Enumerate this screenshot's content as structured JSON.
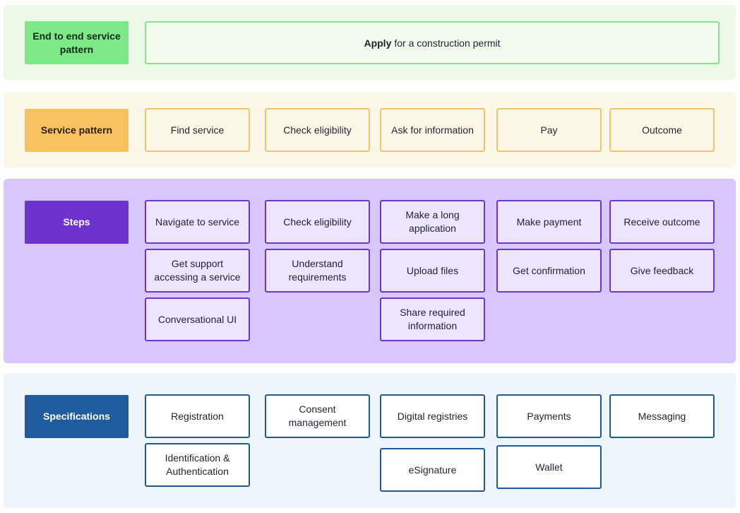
{
  "e2e": {
    "label": "End to end service pattern",
    "title_bold": "Apply",
    "title_rest": "for a construction permit"
  },
  "service_pattern": {
    "label": "Service pattern",
    "items": [
      "Find service",
      "Check eligibility",
      "Ask for information",
      "Pay",
      "Outcome"
    ]
  },
  "steps": {
    "label": "Steps",
    "items": [
      "Navigate to service",
      "Get support accessing a service",
      "Conversational UI",
      "Check eligibility",
      "Understand requirements",
      "Make a long application",
      "Upload files",
      "Share required information",
      "Make payment",
      "Get confirmation",
      "Receive outcome",
      "Give feedback"
    ]
  },
  "specifications": {
    "label": "Specifications",
    "items": [
      "Registration",
      "Identification & Authentication",
      "Consent management",
      "Digital registries",
      "eSignature",
      "Payments",
      "Wallet",
      "Messaging"
    ]
  },
  "colors": {
    "e2e_accent": "#7ee787",
    "service_pattern_accent": "#f8c261",
    "steps_accent": "#6e32cf",
    "specifications_accent": "#1f5c9e"
  }
}
